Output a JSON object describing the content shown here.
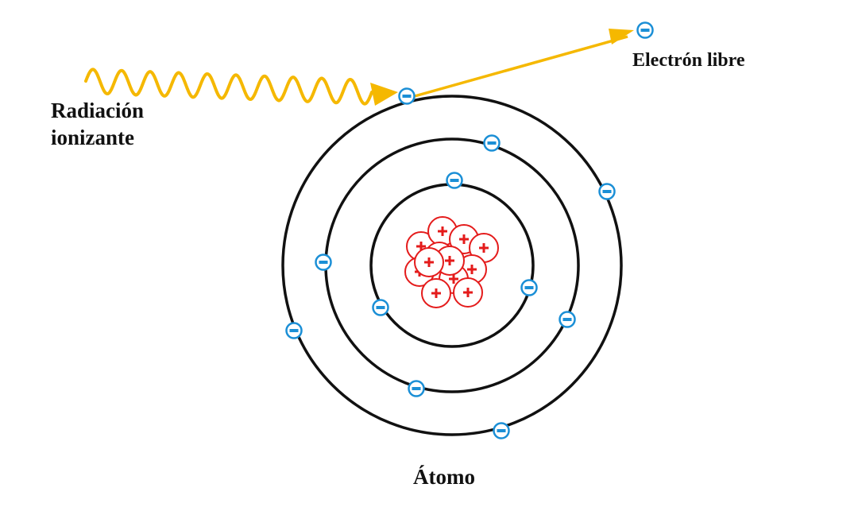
{
  "labels": {
    "radiation_line1": "Radiación",
    "radiation_line2": "ionizante",
    "free_electron": "Electrón libre",
    "atom": "Átomo"
  },
  "symbols": {
    "electron": "−",
    "proton": "+"
  },
  "colors": {
    "wave": "#f5b800",
    "ray": "#f5b800",
    "orbit": "#111111",
    "electron": "#1b8fd6",
    "proton": "#e41b1b",
    "text": "#111111"
  },
  "counts": {
    "orbits": 3,
    "electrons_in_orbit": 11,
    "free_electrons": 1,
    "protons": 12
  },
  "icons": {
    "electron": "electron-icon",
    "proton": "proton-icon",
    "wave": "radiation-wave-icon",
    "ray": "arrow-icon"
  }
}
